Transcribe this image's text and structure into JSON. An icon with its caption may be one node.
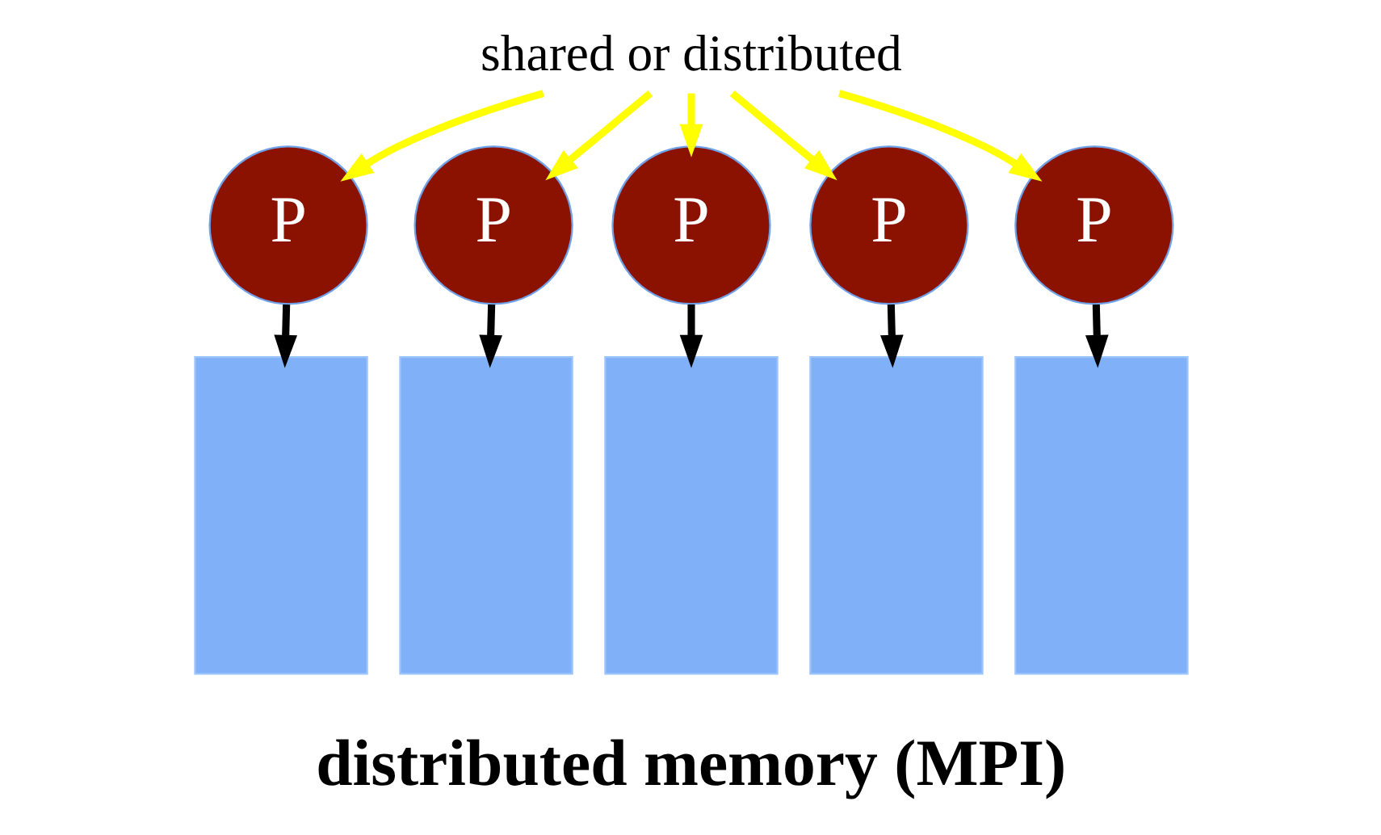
{
  "diagram": {
    "nodes": [
      {
        "text": [
          "shared or distributed"
        ]
      },
      {
        "text": [
          "P"
        ]
      },
      {
        "text": [
          "P"
        ]
      },
      {
        "text": [
          "P"
        ]
      },
      {
        "text": [
          "P"
        ]
      },
      {
        "text": [
          "P"
        ]
      },
      {
        "text": [],
        "shape": "box"
      },
      {
        "text": [],
        "shape": "box"
      },
      {
        "text": [],
        "shape": "box"
      },
      {
        "text": [],
        "shape": "box"
      },
      {
        "text": [],
        "shape": "box"
      }
    ],
    "edges": [
      {
        "from": 0,
        "to": 1,
        "arrow": "to",
        "color": "#ffff00"
      },
      {
        "from": 0,
        "to": 2,
        "arrow": "to",
        "color": "#ffff00"
      },
      {
        "from": 0,
        "to": 3,
        "arrow": "to",
        "color": "#ffff00"
      },
      {
        "from": 0,
        "to": 4,
        "arrow": "to",
        "color": "#ffff00"
      },
      {
        "from": 0,
        "to": 5,
        "arrow": "to",
        "color": "#ffff00"
      },
      {
        "from": 1,
        "to": 6,
        "arrow": "to",
        "color": "#000000"
      },
      {
        "from": 2,
        "to": 7,
        "arrow": "to",
        "color": "#000000"
      },
      {
        "from": 3,
        "to": 8,
        "arrow": "to",
        "color": "#000000"
      },
      {
        "from": 4,
        "to": 9,
        "arrow": "to",
        "color": "#000000"
      },
      {
        "from": 5,
        "to": 10,
        "arrow": "to",
        "color": "#000000"
      }
    ],
    "labels": [
      "distributed memory (MPI)"
    ]
  }
}
